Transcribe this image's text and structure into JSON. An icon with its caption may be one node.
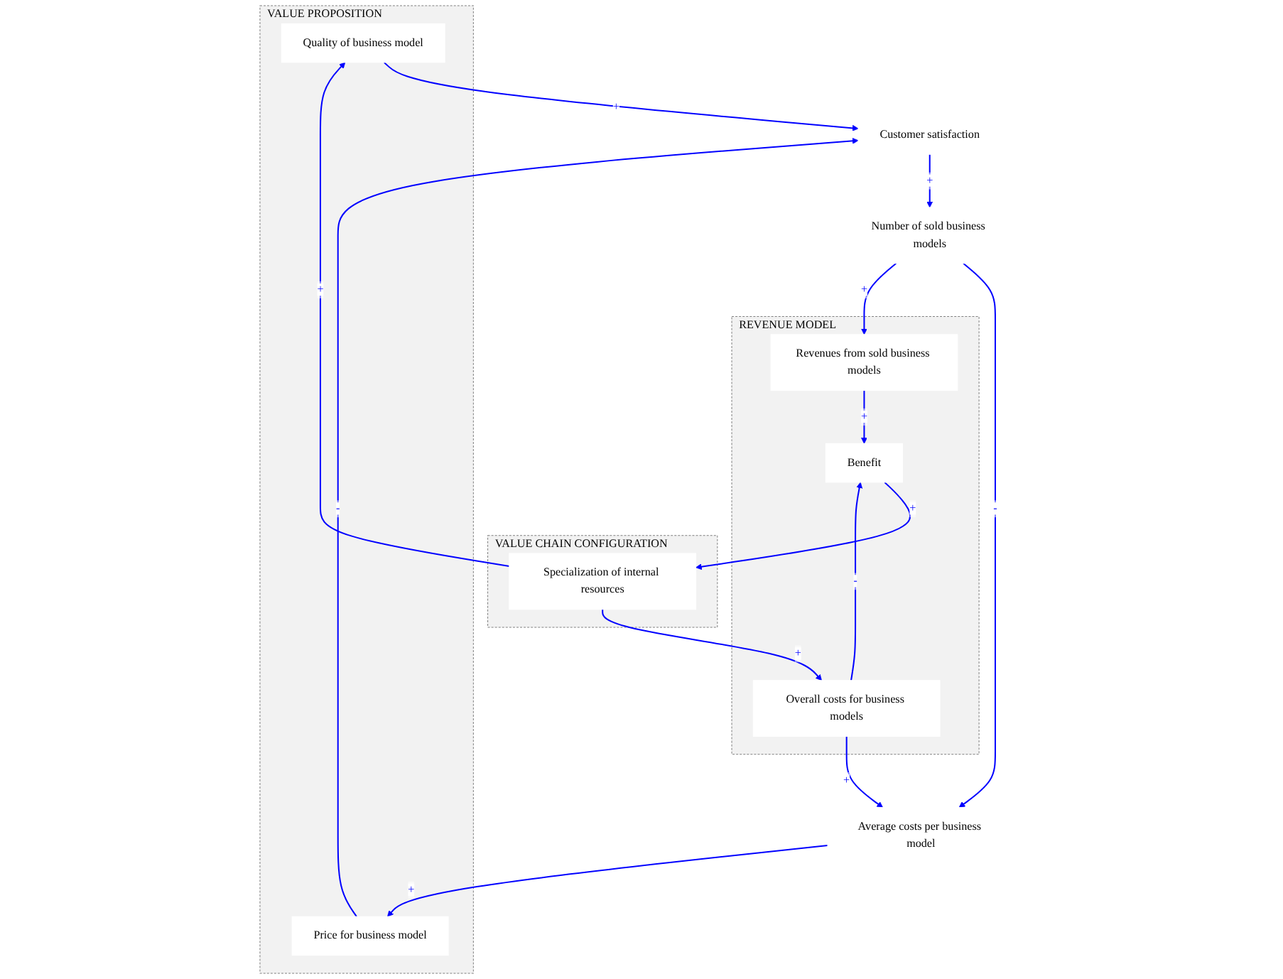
{
  "diagram": {
    "nodes": [
      {
        "text": [
          "VALUE PROPOSITION"
        ]
      },
      {
        "text": [
          "Quality of business model"
        ],
        "in": 0
      },
      {
        "text": [
          "Price for business model"
        ],
        "in": 0
      },
      {
        "text": [
          "VALUE CHAIN CONFIGURATION"
        ]
      },
      {
        "text": [
          "Specialization of internal resources"
        ],
        "in": 3
      },
      {
        "text": [
          "Customer satisfaction"
        ]
      },
      {
        "text": [
          "Average costs per business model"
        ]
      },
      {
        "text": [
          "Number of sold business models"
        ]
      },
      {
        "text": [
          "REVENUE MODEL"
        ]
      },
      {
        "text": [
          "Overall costs for business models"
        ],
        "in": 8
      },
      {
        "text": [
          "Benefit"
        ],
        "in": 8
      },
      {
        "text": [
          "Revenues from sold business models"
        ],
        "in": 8
      }
    ],
    "edges": [
      {
        "from": 4,
        "to": 1,
        "arrow": "to",
        "label": "+"
      },
      {
        "from": 1,
        "to": 5,
        "arrow": "to",
        "label": "+"
      },
      {
        "from": 2,
        "to": 5,
        "arrow": "to",
        "label": "-"
      },
      {
        "from": 6,
        "to": 2,
        "arrow": "to",
        "label": "+"
      },
      {
        "from": 5,
        "to": 7,
        "arrow": "to",
        "label": "+"
      },
      {
        "from": 7,
        "to": 6,
        "arrow": "to",
        "label": "-"
      },
      {
        "from": 9,
        "to": 6,
        "arrow": "to",
        "label": "+"
      },
      {
        "from": 4,
        "to": 9,
        "arrow": "to",
        "label": "+"
      },
      {
        "from": 10,
        "to": 4,
        "arrow": "to",
        "label": "+"
      },
      {
        "from": 9,
        "to": 10,
        "arrow": "to",
        "label": "-"
      },
      {
        "from": 7,
        "to": 11,
        "arrow": "to",
        "label": "+"
      },
      {
        "from": 11,
        "to": 10,
        "arrow": "to",
        "label": "+"
      }
    ]
  }
}
